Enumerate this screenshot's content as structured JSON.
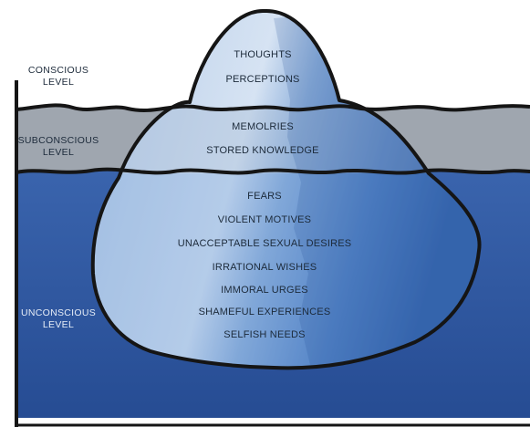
{
  "levels": {
    "conscious": {
      "line1": "CONSCIOUS",
      "line2": "LEVEL"
    },
    "subconscious": {
      "line1": "SUBCONSCIOUS",
      "line2": "LEVEL"
    },
    "unconscious": {
      "line1": "UNCONSCIOUS",
      "line2": "LEVEL"
    }
  },
  "iceberg": {
    "tip": [
      "THOUGHTS",
      "PERCEPTIONS"
    ],
    "middle": [
      "MEMOLRIES",
      "STORED KNOWLEDGE"
    ],
    "base": [
      "FEARS",
      "VIOLENT MOTIVES",
      "UNACCEPTABLE SEXUAL DESIRES",
      "IRRATIONAL WISHES",
      "IMMORAL URGES",
      "SHAMEFUL EXPERIENCES",
      "SELFISH NEEDS"
    ]
  },
  "colors": {
    "sky": "#ffffff",
    "subconscious_water": "#9fa6af",
    "deep_water": "#2f57a0",
    "ice_light": "#dbe7f5",
    "ice_shadow": "#3a6cb6",
    "outline": "#151515"
  }
}
